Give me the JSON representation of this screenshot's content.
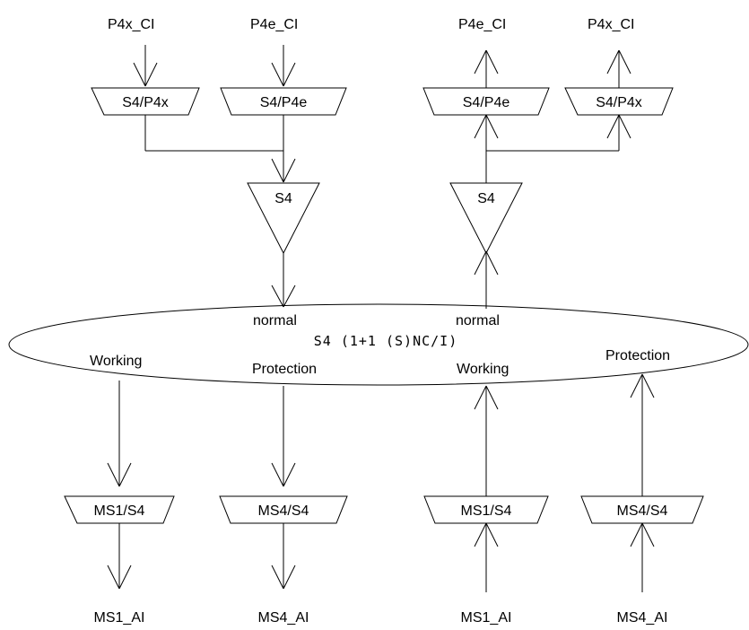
{
  "top_left": {
    "cp_left": "P4x_CI",
    "cp_right": "P4e_CI",
    "adapt_left": "S4/P4x",
    "adapt_right": "S4/P4e",
    "termination": "S4",
    "normal": "normal"
  },
  "top_right": {
    "cp_left": "P4e_CI",
    "cp_right": "P4x_CI",
    "adapt_left": "S4/P4e",
    "adapt_right": "S4/P4x",
    "termination": "S4",
    "normal": "normal"
  },
  "protection": {
    "title": "S4 (1+1 (S)NC/I)",
    "working_left": "Working",
    "protection_left": "Protection",
    "working_right": "Working",
    "protection_right": "Protection"
  },
  "bottom": {
    "adapt_1": "MS1/S4",
    "adapt_2": "MS4/S4",
    "adapt_3": "MS1/S4",
    "adapt_4": "MS4/S4",
    "ap_1": "MS1_AI",
    "ap_2": "MS4_AI",
    "ap_3": "MS1_AI",
    "ap_4": "MS4_AI"
  }
}
